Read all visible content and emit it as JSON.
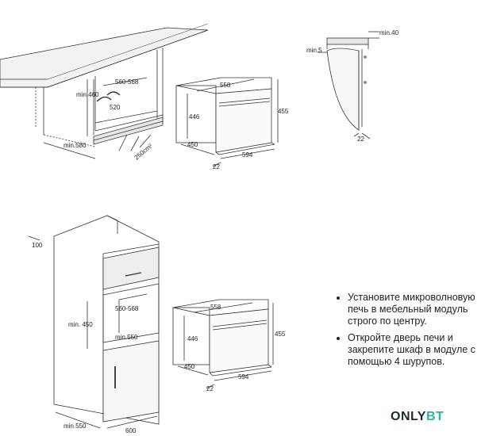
{
  "dimensions": {
    "top_counter": {
      "niche_width": "560-568",
      "min_height": "min.460",
      "depth": "520",
      "min_depth": "min.580",
      "vent_area": "250cm²"
    },
    "top_oven": {
      "width": "558",
      "height_body": "446",
      "height_front": "455",
      "depth_body": "450",
      "front_width": "594",
      "front_thickness": "22"
    },
    "side_view": {
      "top_gap": "min.40",
      "front_gap": "min.5",
      "door_thickness": "22"
    },
    "tall_cabinet": {
      "top_cut": "100",
      "niche_width": "560-568",
      "min_height": "min. 450",
      "min_depth": "min.550",
      "bottom_depth": "min.550",
      "bottom_width": "600"
    },
    "bottom_oven": {
      "width": "558",
      "height_body": "446",
      "height_front": "455",
      "depth_body": "450",
      "front_width": "594",
      "front_thickness": "22"
    }
  },
  "instructions": [
    "Установите микроволновую печь в мебельный модуль строго по центру.",
    "Откройте дверь печи и закрепите шкаф в модуле с помощью 4 шурупов."
  ],
  "logo": {
    "part1": "ONLY",
    "part2": "BT"
  }
}
